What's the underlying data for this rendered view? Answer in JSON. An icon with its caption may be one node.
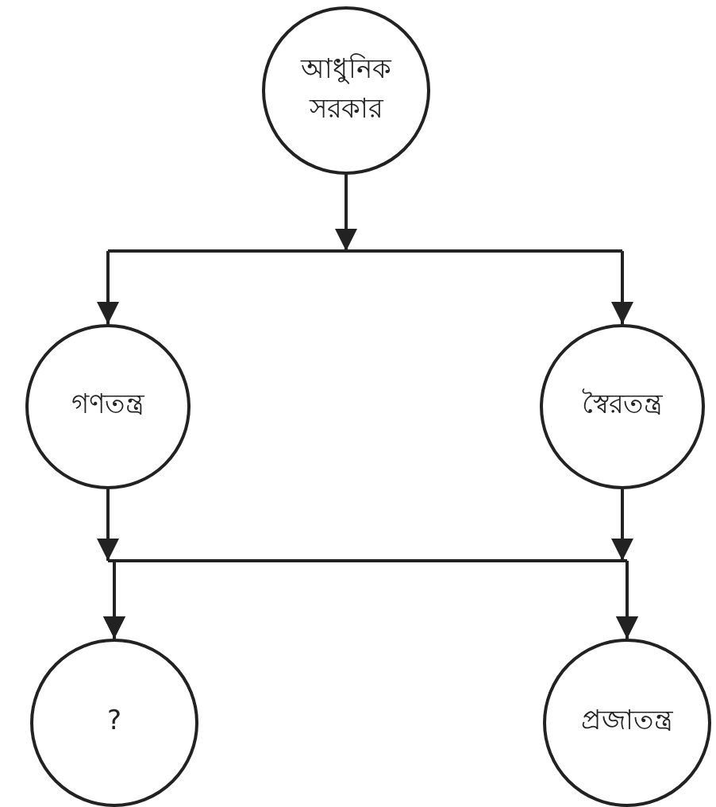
{
  "diagram": {
    "nodes": [
      {
        "text": [
          "আধুনিক সরকার"
        ]
      },
      {
        "text": [
          "গণতন্ত্র"
        ]
      },
      {
        "text": [
          "স্বৈরতন্ত্র"
        ]
      },
      {
        "text": [
          "?"
        ]
      },
      {
        "text": [
          "প্রজাতন্ত্র"
        ]
      }
    ],
    "edges": [
      {
        "from": 0,
        "to": 1,
        "arrow": "to"
      },
      {
        "from": 0,
        "to": 2,
        "arrow": "to"
      },
      {
        "from": 1,
        "to": 3,
        "arrow": "to"
      },
      {
        "from": 1,
        "to": 4,
        "arrow": "to"
      },
      {
        "from": 2,
        "to": 3,
        "arrow": "to"
      },
      {
        "from": 2,
        "to": 4,
        "arrow": "to"
      }
    ]
  }
}
